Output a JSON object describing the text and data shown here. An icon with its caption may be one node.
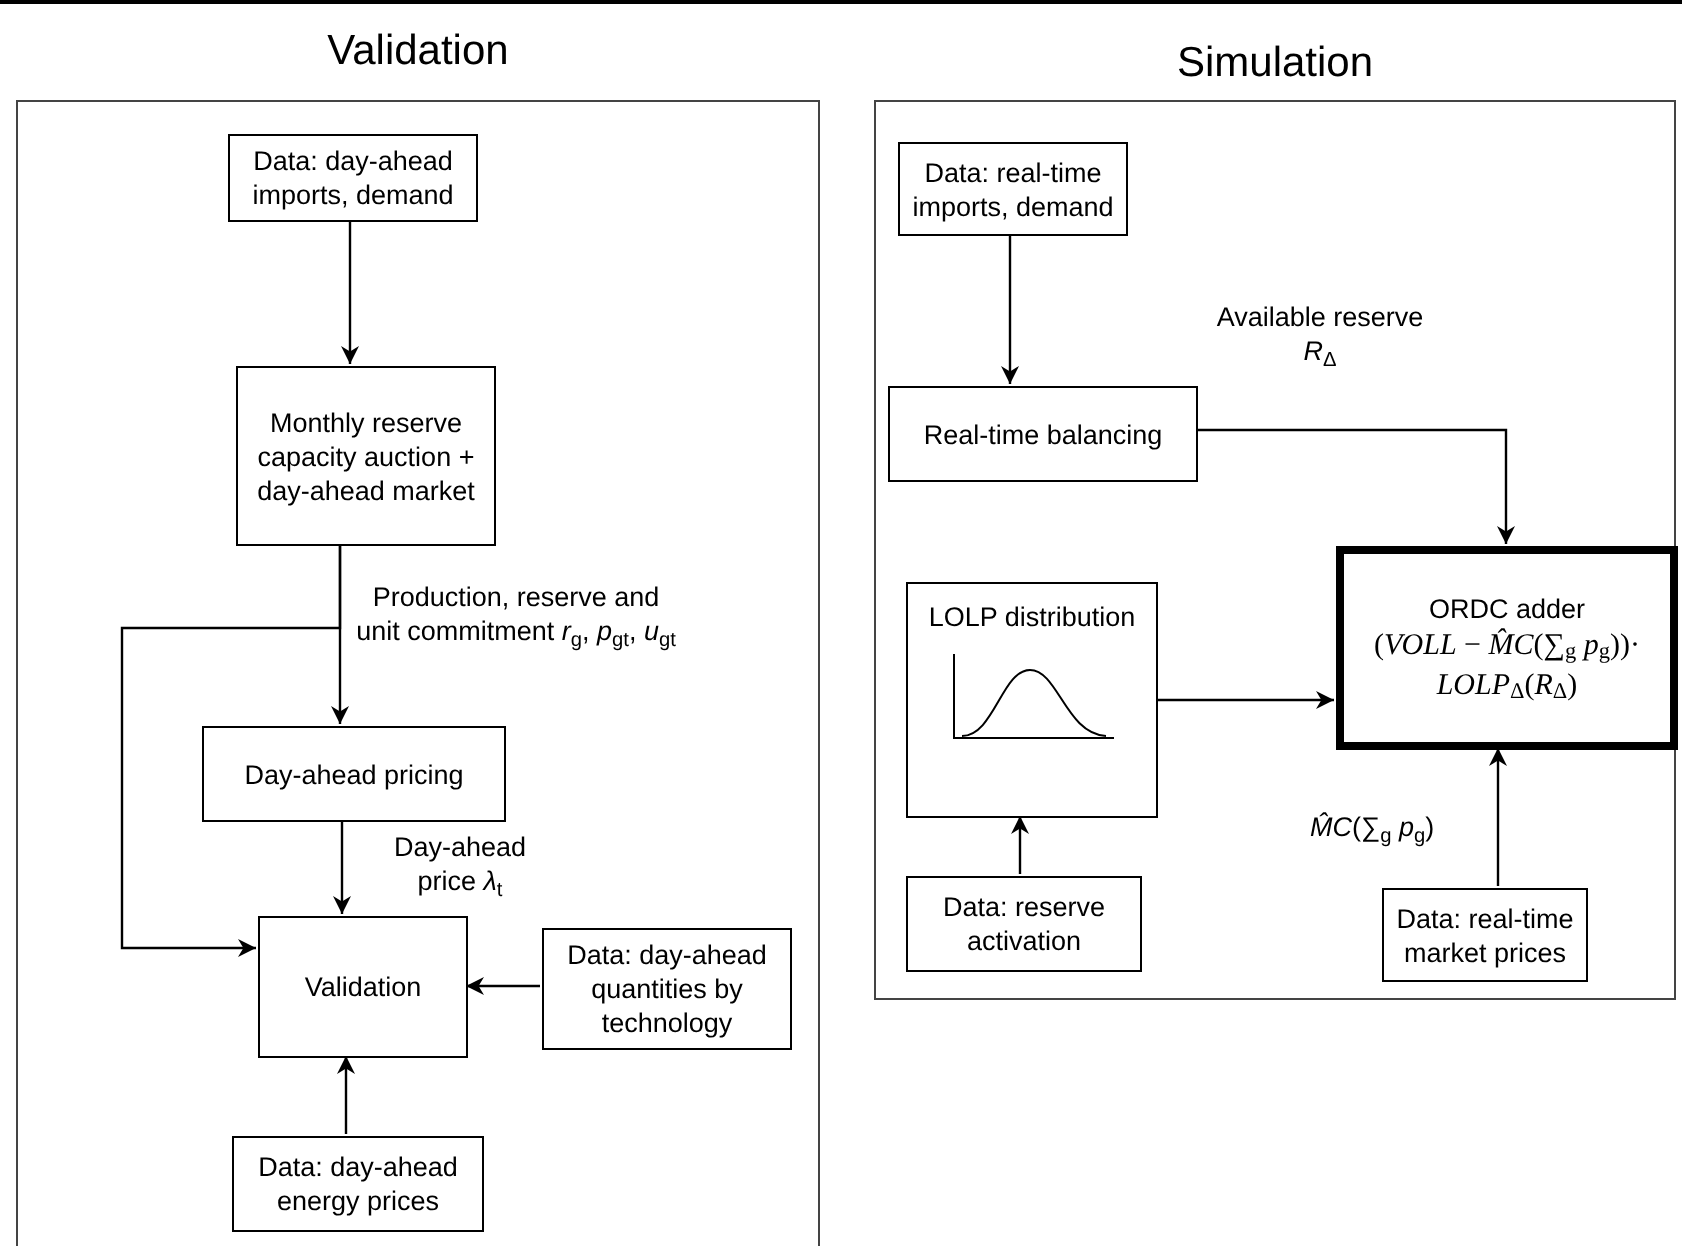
{
  "diagram": {
    "nodes": [
      {
        "text": [
          "Validation"
        ]
      },
      {
        "text": [
          "Data: day-ahead imports, demand"
        ],
        "in": 0
      },
      {
        "text": [
          "Monthly reserve capacity auction + day-ahead market"
        ],
        "in": 0
      },
      {
        "text": [
          "Day-ahead pricing"
        ],
        "in": 0
      },
      {
        "text": [
          "Validation"
        ],
        "in": 0
      },
      {
        "text": [
          "Data: day-ahead quantities by technology"
        ],
        "in": 0
      },
      {
        "text": [
          "Data: day-ahead energy prices"
        ],
        "in": 0
      },
      {
        "text": [
          "Simulation"
        ]
      },
      {
        "text": [
          "Data: real-time imports, demand"
        ],
        "in": 7
      },
      {
        "text": [
          "Real-time balancing"
        ],
        "in": 7
      },
      {
        "text": [
          "LOLP distribution"
        ],
        "in": 7
      },
      {
        "text": [
          "ORDC adder",
          "(*VOLL* − *M̂C*(∑$_{g}$ *p*$_{g}$))·",
          "*LOLP*$_{Δ}$(*R*$_{Δ}$)"
        ],
        "in": 7
      },
      {
        "text": [
          "Data: reserve activation"
        ],
        "in": 7
      },
      {
        "text": [
          "Data: real-time market prices"
        ],
        "in": 7
      }
    ],
    "edges": [
      {
        "from": 1,
        "to": 2,
        "arrow": "to"
      },
      {
        "from": 2,
        "to": 3,
        "arrow": "to",
        "label": "Production, reserve and unit commitment *r*$_{g}$, *p*$_{gt}$, *u*$_{gt}$"
      },
      {
        "from": 2,
        "to": 4,
        "arrow": "to"
      },
      {
        "from": 3,
        "to": 4,
        "arrow": "to",
        "label": "Day-ahead price *λ*$_{t}$"
      },
      {
        "from": 5,
        "to": 4,
        "arrow": "to"
      },
      {
        "from": 6,
        "to": 4,
        "arrow": "to"
      },
      {
        "from": 8,
        "to": 9,
        "arrow": "to"
      },
      {
        "from": 9,
        "to": 11,
        "arrow": "to",
        "label": "Available reserve *R*$_{Δ}$"
      },
      {
        "from": 10,
        "to": 11,
        "arrow": "to"
      },
      {
        "from": 12,
        "to": 10,
        "arrow": "to"
      },
      {
        "from": 13,
        "to": 11,
        "arrow": "to",
        "label": "*M̂C*(∑$_{g}$ *p*$_{g}$)"
      }
    ]
  }
}
